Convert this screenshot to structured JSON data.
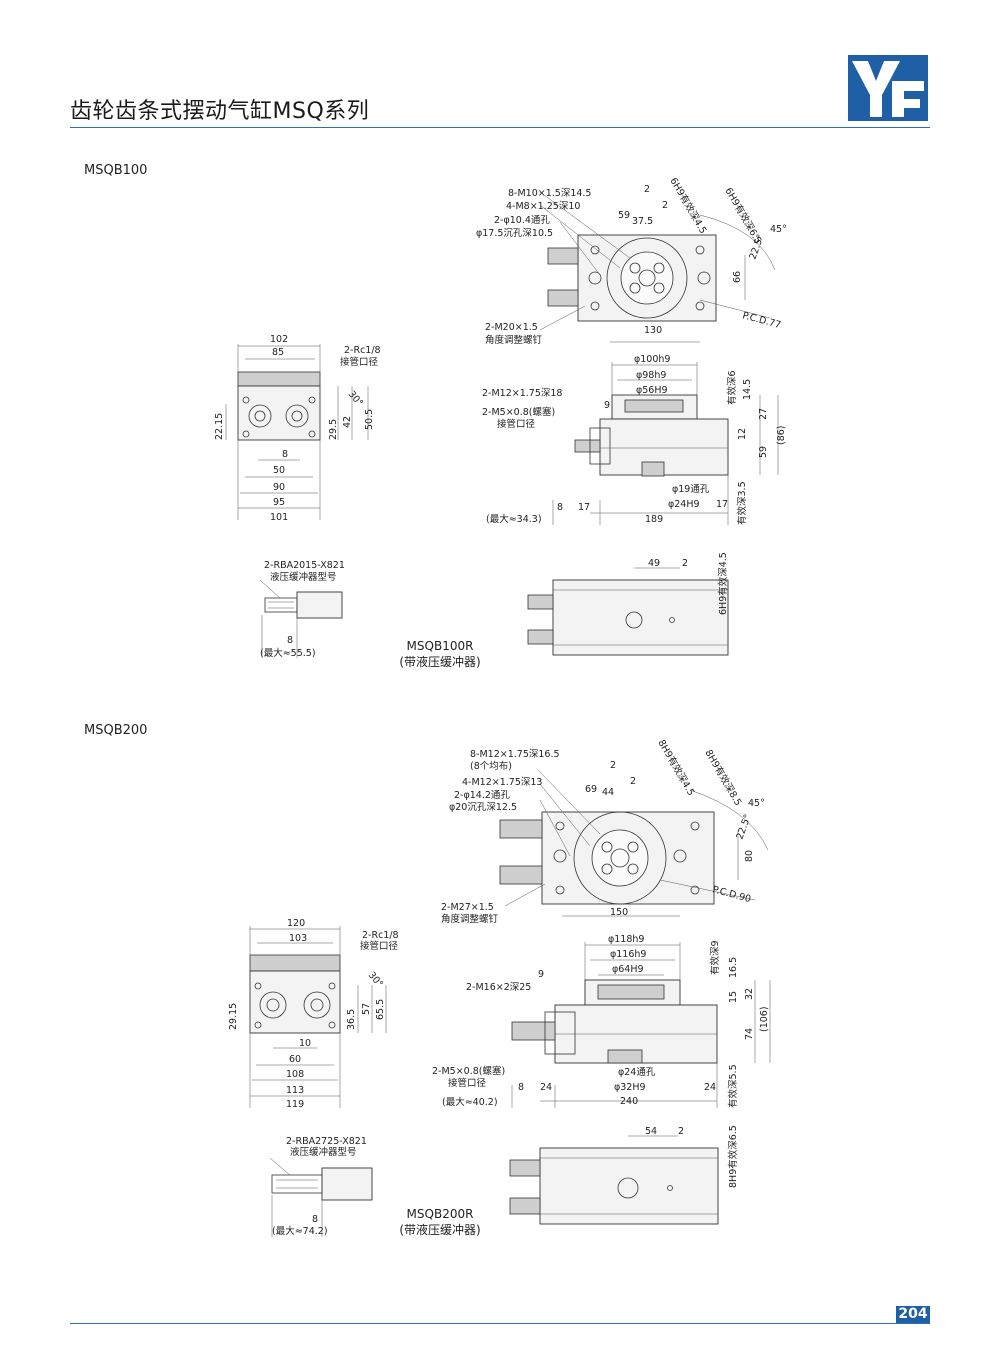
{
  "header": {
    "title": "齿轮齿条式摆动气缸MSQ系列",
    "logo_text": "YF",
    "brand_color": "#1f5fa6",
    "rule_color": "#2b6fb0"
  },
  "page_number": "204",
  "sections": [
    {
      "model": "MSQB100",
      "variant_label": "MSQB100R",
      "variant_sub": "(带液压缓冲器)",
      "top_view_notes": [
        "8-M10×1.5深14.5",
        "4-M8×1.25深10",
        "2-φ10.4通孔",
        "φ17.5沉孔深10.5",
        "2-M20×1.5",
        "角度调整螺钉"
      ],
      "top_view_dims": [
        "59",
        "37.5",
        "2",
        "2",
        "6H9有效深4.5",
        "6H9有效深6.5",
        "45°",
        "22.5°",
        "66",
        "130",
        "P.C.D.77"
      ],
      "side_view_notes": [
        "2-Rc1/8",
        "接管口径"
      ],
      "side_view_dims": [
        "102",
        "85",
        "30°",
        "22.15",
        "29.5",
        "42",
        "50.5",
        "8",
        "50",
        "90",
        "95",
        "101"
      ],
      "front_view_notes": [
        "2-M12×1.75深18",
        "2-M5×0.8(螺塞)",
        "接管口径",
        "φ19通孔",
        "φ24H9",
        "(最大≈34.3)"
      ],
      "front_view_dims": [
        "φ100h9",
        "φ98h9",
        "φ56H9",
        "9",
        "有效深6",
        "14.5",
        "27",
        "12",
        "59",
        "(86)",
        "有效深3.5",
        "8",
        "17",
        "17",
        "189"
      ],
      "buffer_notes": [
        "2-RBA2015-X821",
        "液压缓冲器型号",
        "8",
        "(最大≈55.5)"
      ],
      "r_view_dims": [
        "49",
        "2",
        "6H9有效深4.5"
      ]
    },
    {
      "model": "MSQB200",
      "variant_label": "MSQB200R",
      "variant_sub": "(带液压缓冲器)",
      "top_view_notes": [
        "8-M12×1.75深16.5",
        "(8个均布)",
        "4-M12×1.75深13",
        "2-φ14.2通孔",
        "φ20沉孔深12.5",
        "2-M27×1.5",
        "角度调整螺钉"
      ],
      "top_view_dims": [
        "69",
        "44",
        "2",
        "2",
        "8H9有效深4.5",
        "8H9有效深8.5",
        "45°",
        "22.5°",
        "80",
        "150",
        "P.C.D.90"
      ],
      "side_view_notes": [
        "2-Rc1/8",
        "接管口径"
      ],
      "side_view_dims": [
        "120",
        "103",
        "30°",
        "29.15",
        "36.5",
        "57",
        "65.5",
        "10",
        "60",
        "108",
        "113",
        "119"
      ],
      "front_view_notes": [
        "2-M16×2深25",
        "2-M5×0.8(螺塞)",
        "接管口径",
        "φ24通孔",
        "φ32H9",
        "(最大≈40.2)"
      ],
      "front_view_dims": [
        "φ118h9",
        "φ116h9",
        "φ64H9",
        "9",
        "有效深9",
        "16.5",
        "32",
        "15",
        "74",
        "(106)",
        "有效深5.5",
        "8",
        "24",
        "24",
        "240"
      ],
      "buffer_notes": [
        "2-RBA2725-X821",
        "液压缓冲器型号",
        "8",
        "(最大≈74.2)"
      ],
      "r_view_dims": [
        "54",
        "2",
        "8H9有效深6.5"
      ]
    }
  ]
}
